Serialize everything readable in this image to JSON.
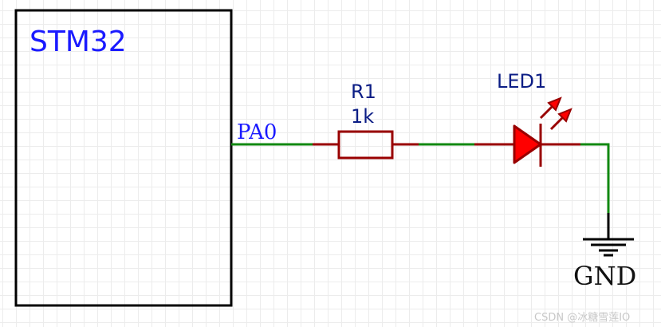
{
  "schematic": {
    "mcu": {
      "label": "STM32",
      "pin_label": "PA0"
    },
    "resistor": {
      "ref": "R1",
      "value": "1k"
    },
    "led": {
      "ref": "LED1"
    },
    "ground": {
      "label": "GND"
    },
    "colors": {
      "wire": "#118811",
      "component": "#990000",
      "led_fill": "#ff0000",
      "mcu_text": "#1a1aff",
      "ref_text": "#0b1d85",
      "outline": "#000000"
    }
  },
  "watermark": "CSDN @冰糖雪莲IO"
}
